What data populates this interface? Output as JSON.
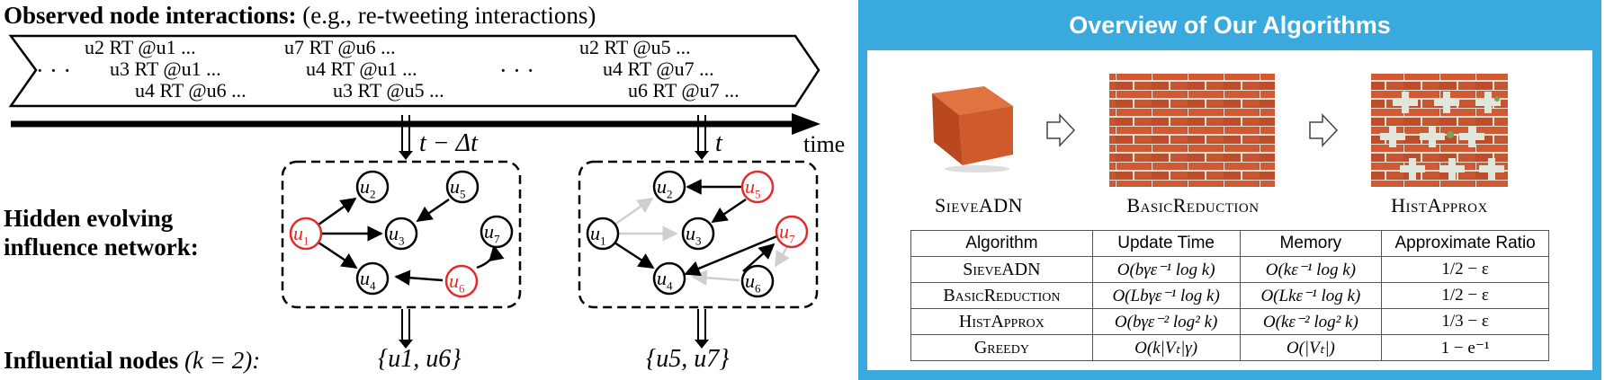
{
  "left": {
    "observed_label_bold": "Observed node interactions:",
    "observed_label_rest": "(e.g., re-tweeting interactions)",
    "tweets": [
      {
        "text": "u2 RT @u1 ..."
      },
      {
        "text": "u3 RT @u1 ..."
      },
      {
        "text": "u4 RT @u6 ..."
      },
      {
        "text": "u7 RT @u6 ..."
      },
      {
        "text": "u4 RT @u1 ..."
      },
      {
        "text": "u3 RT @u5 ..."
      },
      {
        "text": "u2 RT @u5 ..."
      },
      {
        "text": "u4 RT @u7 ..."
      },
      {
        "text": "u6 RT @u7 ..."
      }
    ],
    "dots_left": "· · ·",
    "dots_mid": "· · ·",
    "time_label": "time",
    "t_minus_label": "t − Δt",
    "t_label": "t",
    "hidden_label_line1": "Hidden evolving",
    "hidden_label_line2": "influence network:",
    "influential_label": "Influential nodes",
    "k_label": "(k = 2):",
    "set_left": "{u1, u6}",
    "set_right": "{u5, u7}",
    "graph_left_nodes": [
      "u1",
      "u2",
      "u3",
      "u4",
      "u5",
      "u6",
      "u7"
    ],
    "graph_right_nodes": [
      "u1",
      "u2",
      "u3",
      "u4",
      "u5",
      "u6",
      "u7"
    ],
    "highlight_color": "#e32b2b"
  },
  "right": {
    "title": "Overview of Our Algorithms",
    "panel_color": "#3aa9dd",
    "images": [
      {
        "caption": "SieveADN",
        "icon": "single-brick-icon"
      },
      {
        "caption": "BasicReduction",
        "icon": "brick-wall-icon"
      },
      {
        "caption": "HistApprox",
        "icon": "perforated-brick-wall-icon"
      }
    ],
    "table": {
      "headers": [
        "Algorithm",
        "Update Time",
        "Memory",
        "Approximate Ratio"
      ],
      "rows": [
        [
          "SieveADN",
          "O(bγε⁻¹ log k)",
          "O(kε⁻¹ log k)",
          "1/2 − ε"
        ],
        [
          "BasicReduction",
          "O(Lbγε⁻¹ log k)",
          "O(Lkε⁻¹ log k)",
          "1/2 − ε"
        ],
        [
          "HistApprox",
          "O(bγε⁻² log² k)",
          "O(kε⁻² log² k)",
          "1/3 − ε"
        ],
        [
          "Greedy",
          "O(k|Vₜ|γ)",
          "O(|Vₜ|)",
          "1 − e⁻¹"
        ]
      ]
    }
  }
}
